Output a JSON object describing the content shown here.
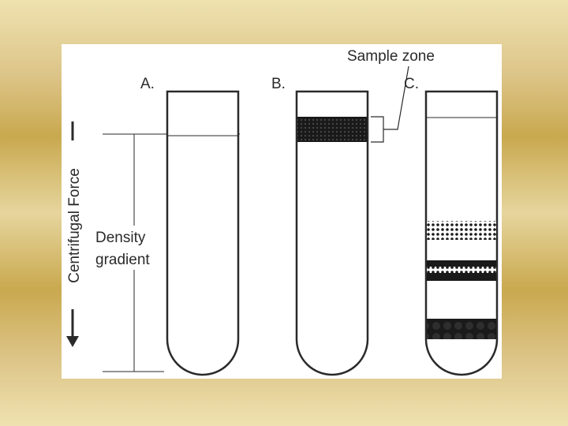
{
  "labels": {
    "tube_a": "A.",
    "tube_b": "B.",
    "tube_c": "C.",
    "sample_zone": "Sample zone",
    "axis": "Centrifugal Force",
    "density_line1": "Density",
    "density_line2": "gradient"
  },
  "colors": {
    "background_gold": "#c9a94f",
    "panel": "#ffffff",
    "ink": "#2a2a2a",
    "band": "#1a1a1a"
  },
  "icons": {
    "arrow_up": "upward force marker",
    "arrow_down": "downward arrow-icon"
  }
}
